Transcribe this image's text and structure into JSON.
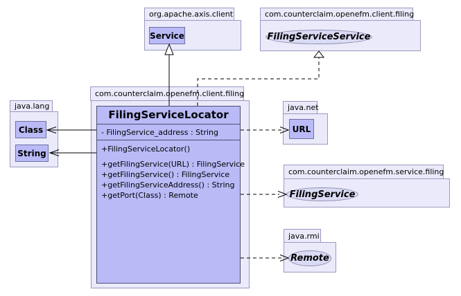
{
  "diagram": {
    "kind": "uml-class-diagram",
    "subject": "FilingServiceLocator"
  },
  "colors": {
    "package_fill": "#eaeafa",
    "package_border": "#9a9ac0",
    "class_fill": "#b9baf6",
    "class_border": "#4e4e74",
    "node_border": "#6f6fa0",
    "iface_fill": "#d9daf3",
    "iface_border": "#8d8db2",
    "text": "#000000",
    "bg": "#ffffff"
  },
  "packages": {
    "axis": {
      "label": "org.apache.axis.client"
    },
    "client_filing_top": {
      "label": "com.counterclaim.openefm.client.filing"
    },
    "client_filing_main": {
      "label": "com.counterclaim.openefm.client.filing"
    },
    "java_lang": {
      "label": "java.lang"
    },
    "java_net": {
      "label": "java.net"
    },
    "service_filing": {
      "label": "com.counterclaim.openefm.service.filing"
    },
    "java_rmi": {
      "label": "java.rmi"
    }
  },
  "classes": {
    "service": {
      "name": "Service"
    },
    "clazz": {
      "name": "Class"
    },
    "string": {
      "name": "String"
    },
    "url": {
      "name": "URL"
    }
  },
  "interfaces": {
    "filing_service_service": {
      "name": "FilingServiceService"
    },
    "filing_service": {
      "name": "FilingService"
    },
    "remote": {
      "name": "Remote"
    }
  },
  "main_class": {
    "name": "FilingServiceLocator",
    "attributes": [
      "- FilingService_address : String"
    ],
    "constructors": [
      "+FilingServiceLocator()"
    ],
    "methods": [
      "+getFilingService(URL) : FilingService",
      "+getFilingService() : FilingService",
      "+getFilingServiceAddress() : String",
      "+getPort(Class) : Remote"
    ]
  },
  "relationships": [
    {
      "type": "generalization",
      "from": "FilingServiceLocator",
      "to": "Service",
      "line": "solid",
      "head": "hollow-triangle"
    },
    {
      "type": "realization",
      "from": "FilingServiceLocator",
      "to": "FilingServiceService",
      "line": "dashed",
      "head": "hollow-triangle"
    },
    {
      "type": "association",
      "from": "FilingServiceLocator",
      "to": "Class",
      "line": "solid",
      "head": "open-vee"
    },
    {
      "type": "association",
      "from": "FilingServiceLocator",
      "to": "String",
      "line": "solid",
      "head": "open-vee"
    },
    {
      "type": "dependency",
      "from": "FilingServiceLocator",
      "to": "URL",
      "line": "dashed",
      "head": "open-vee"
    },
    {
      "type": "dependency",
      "from": "FilingServiceLocator",
      "to": "FilingService",
      "line": "dashed",
      "head": "open-vee"
    },
    {
      "type": "dependency",
      "from": "FilingServiceLocator",
      "to": "Remote",
      "line": "dashed",
      "head": "open-vee"
    }
  ]
}
